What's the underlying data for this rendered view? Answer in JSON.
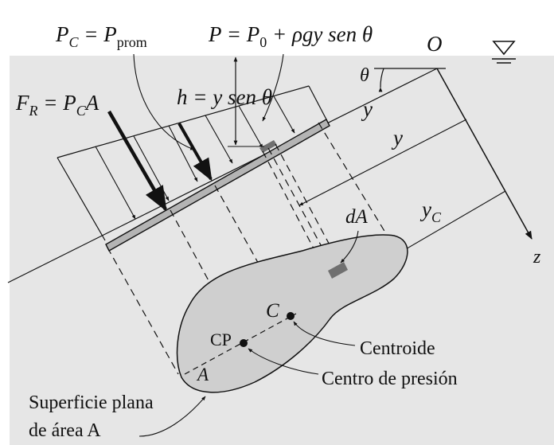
{
  "labels": {
    "pc": {
      "base": "P",
      "sub": "C",
      "rest": " = P",
      "sub2": "prom"
    },
    "p": {
      "pre": "P = P",
      "sub": "0",
      "post": " + ρgy sen θ"
    },
    "h": "h = y sen θ",
    "fr": {
      "pre": "F",
      "sub": "R",
      "mid": " = P",
      "sub2": "C",
      "post": "A"
    },
    "o": "O",
    "theta": "θ",
    "y_axis": "y",
    "y_dist": "y",
    "yc": {
      "base": "y",
      "sub": "C"
    },
    "z": "z",
    "da": "dA",
    "c": "C",
    "cp": "CP",
    "a": "A",
    "centroide": "Centroide",
    "centro_presion": "Centro de presión",
    "superficie_line1": "Superficie plana",
    "superficie_line2": "de área A"
  },
  "colors": {
    "fluid": "#e6e6e6",
    "ink": "#111111",
    "plate": "#b4b4b4",
    "surface": "#cfcfcf",
    "element": "#707070"
  }
}
